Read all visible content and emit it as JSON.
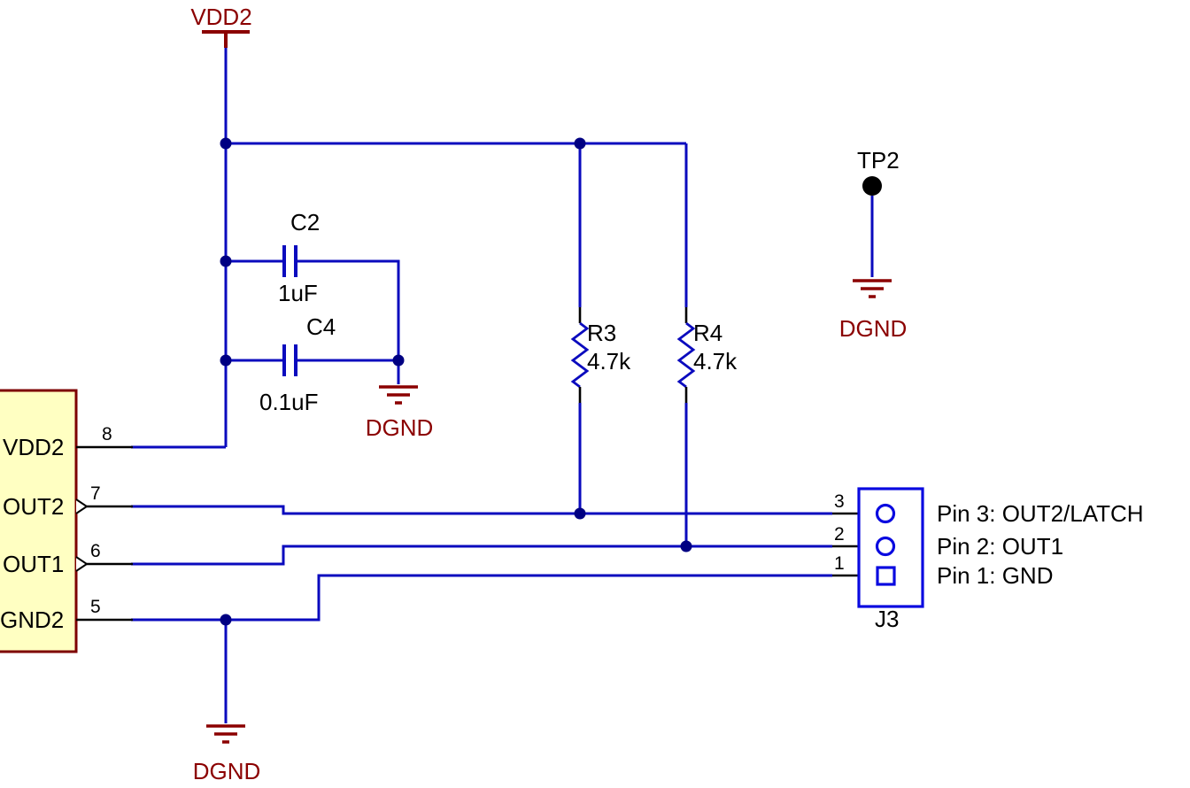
{
  "colors": {
    "wire_blue": "#0A0ABE",
    "junction_navy": "#000082",
    "power_maroon": "#8B0000",
    "chip_fill": "#FFFFC2",
    "chip_border": "#7D0000",
    "connector_blue": "#0A0AE0",
    "text_black": "#000000"
  },
  "power": {
    "vdd2": "VDD2"
  },
  "ground_labels": [
    "DGND",
    "DGND",
    "DGND"
  ],
  "chip": {
    "pins": [
      {
        "number": "8",
        "name": "VDD2"
      },
      {
        "number": "7",
        "name": "OUT2"
      },
      {
        "number": "6",
        "name": "OUT1"
      },
      {
        "number": "5",
        "name": "GND2"
      }
    ]
  },
  "capacitors": [
    {
      "ref": "C2",
      "value": "1uF"
    },
    {
      "ref": "C4",
      "value": "0.1uF"
    }
  ],
  "resistors": [
    {
      "ref": "R3",
      "value": "4.7k"
    },
    {
      "ref": "R4",
      "value": "4.7k"
    }
  ],
  "testpoint": {
    "ref": "TP2"
  },
  "connector": {
    "ref": "J3",
    "pin_numbers": [
      "3",
      "2",
      "1"
    ],
    "pin_labels": [
      "Pin 3: OUT2/LATCH",
      "Pin 2: OUT1",
      "Pin 1: GND"
    ]
  }
}
